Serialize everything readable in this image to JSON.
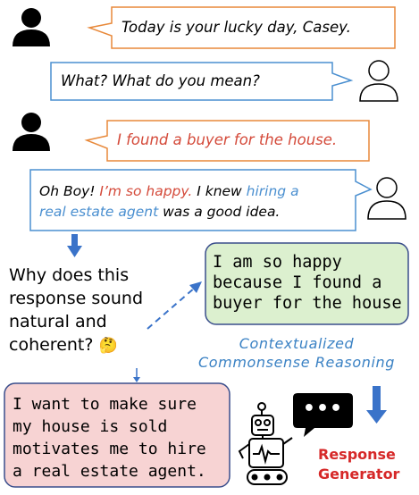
{
  "dialogue": {
    "turn1": "Today is your lucky day, Casey.",
    "turn2": "What? What do you mean?",
    "turn3": "I found a buyer for the house.",
    "turn4": {
      "seg1": "Oh Boy! ",
      "seg2": "I’m so happy.",
      "seg3": " I knew ",
      "seg4": "hiring a",
      "seg5": "real estate agent",
      "seg6": " was a good idea."
    }
  },
  "question": {
    "line1": "Why does this",
    "line2": "response sound",
    "line3": "natural and",
    "line4": "coherent?",
    "emoji": "🤔"
  },
  "inference_green": {
    "line1": "I am so happy",
    "line2": "because I found a",
    "line3": "buyer for the house"
  },
  "inference_red": {
    "line1": "I want to make sure",
    "line2": "my house is sold",
    "line3": "motivates me to hire",
    "line4": "a real estate agent."
  },
  "method_label": {
    "line1": "Contextualized",
    "line2": "Commonsense Reasoning"
  },
  "generator_label": {
    "line1": "Response",
    "line2": "Generator",
    "chat_icon": "•••"
  },
  "colors": {
    "orange_border": "#e8893a",
    "blue_border": "#4a8fd0",
    "red_text": "#d44a3a",
    "blue_text": "#4a8fd0",
    "green_fill": "#dcf0cf",
    "red_fill": "#f7d3d3",
    "box_border": "#3a4e8c",
    "arrow_blue": "#3a73c9",
    "label_red": "#d62828"
  },
  "icons": [
    "person-filled-icon",
    "person-outline-icon",
    "robot-icon",
    "chat-bubble-icon",
    "down-arrow-icon",
    "dashed-arrow-icon"
  ]
}
